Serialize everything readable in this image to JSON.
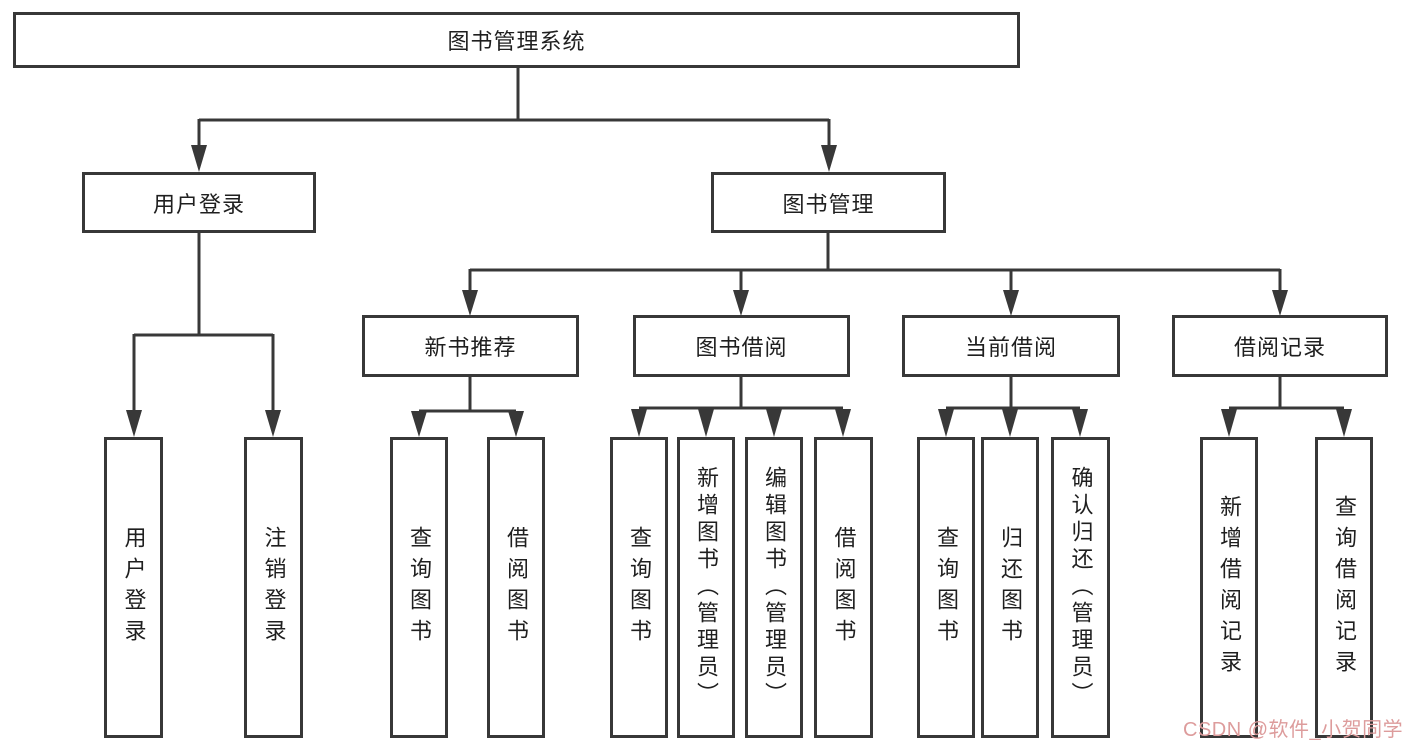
{
  "diagram": {
    "root": {
      "label": "图书管理系统"
    },
    "level2": [
      {
        "label": "用户登录"
      },
      {
        "label": "图书管理"
      }
    ],
    "level3": [
      {
        "label": "新书推荐"
      },
      {
        "label": "图书借阅"
      },
      {
        "label": "当前借阅"
      },
      {
        "label": "借阅记录"
      }
    ],
    "leaves": [
      {
        "label": "用户登录"
      },
      {
        "label": "注销登录"
      },
      {
        "label": "查询图书"
      },
      {
        "label": "借阅图书"
      },
      {
        "label": "查询图书"
      },
      {
        "label": "新增图书（管理员）"
      },
      {
        "label": "编辑图书（管理员）"
      },
      {
        "label": "借阅图书"
      },
      {
        "label": "查询图书"
      },
      {
        "label": "归还图书"
      },
      {
        "label": "确认归还（管理员）"
      },
      {
        "label": "新增借阅记录"
      },
      {
        "label": "查询借阅记录"
      }
    ]
  },
  "watermark": {
    "text": "CSDN @软件_小贺同学",
    "color": "#dd9c9c"
  },
  "colors": {
    "line": "#383838",
    "text": "#1f1f1f",
    "background": "#ffffff"
  }
}
